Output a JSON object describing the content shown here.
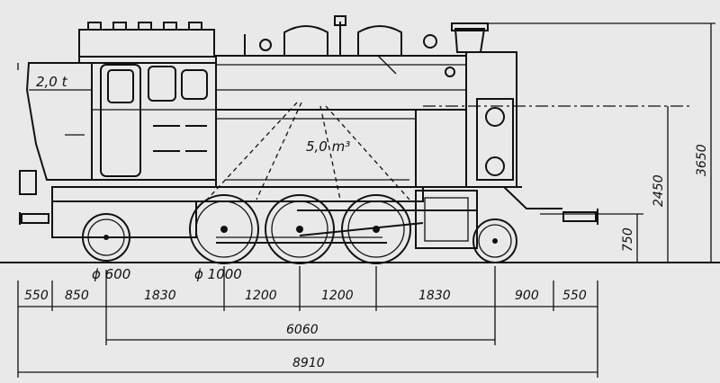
{
  "labels": {
    "coal_capacity": "2,0 t",
    "water_capacity": "5,0 m³",
    "trailing_wheel_diameter": "ϕ 600",
    "driving_wheel_diameter": "ϕ 1000"
  },
  "horizontal_dimensions": [
    "550",
    "850",
    "1830",
    "1200",
    "1200",
    "1830",
    "900",
    "550"
  ],
  "overall": {
    "wheelbase": "6060",
    "length_over_buffers": "8910"
  },
  "vertical_dimensions": {
    "total_height": "3650",
    "boiler_center_height": "2450",
    "buffer_height": "750"
  }
}
